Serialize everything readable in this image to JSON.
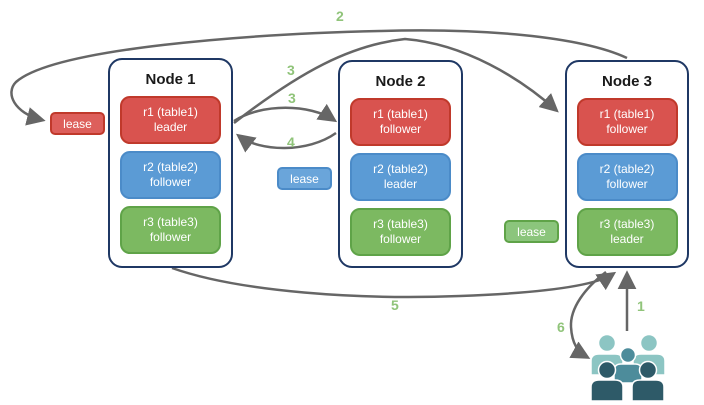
{
  "nodes": [
    {
      "title": "Node 1",
      "replicas": [
        {
          "name": "r1 (table1)",
          "role": "leader",
          "color": "red"
        },
        {
          "name": "r2 (table2)",
          "role": "follower",
          "color": "blue"
        },
        {
          "name": "r3 (table3)",
          "role": "follower",
          "color": "green"
        }
      ]
    },
    {
      "title": "Node 2",
      "replicas": [
        {
          "name": "r1 (table1)",
          "role": "follower",
          "color": "red"
        },
        {
          "name": "r2 (table2)",
          "role": "leader",
          "color": "blue"
        },
        {
          "name": "r3 (table3)",
          "role": "follower",
          "color": "green"
        }
      ]
    },
    {
      "title": "Node 3",
      "replicas": [
        {
          "name": "r1 (table1)",
          "role": "follower",
          "color": "red"
        },
        {
          "name": "r2 (table2)",
          "role": "follower",
          "color": "blue"
        },
        {
          "name": "r3 (table3)",
          "role": "leader",
          "color": "green"
        }
      ]
    }
  ],
  "leases": {
    "red": {
      "label": "lease"
    },
    "blue": {
      "label": "lease"
    },
    "green": {
      "label": "lease"
    }
  },
  "steps": {
    "s1": "1",
    "s2": "2",
    "s3a": "3",
    "s3b": "3",
    "s4": "4",
    "s5": "5",
    "s6": "6"
  },
  "icons": {
    "users": "users-group-icon"
  },
  "colors": {
    "red": "#d9534f",
    "redBorder": "#c0392b",
    "blue": "#5b9bd5",
    "blueBorder": "#4b8bc8",
    "green": "#7cb961",
    "greenBorder": "#5fa348",
    "nodeBorder": "#1f3864",
    "arrow": "#666666",
    "stepLabel": "#90c47a",
    "tealLight": "#8cc5c3",
    "tealMid": "#4d8c9b",
    "tealDark": "#2e5a68"
  }
}
